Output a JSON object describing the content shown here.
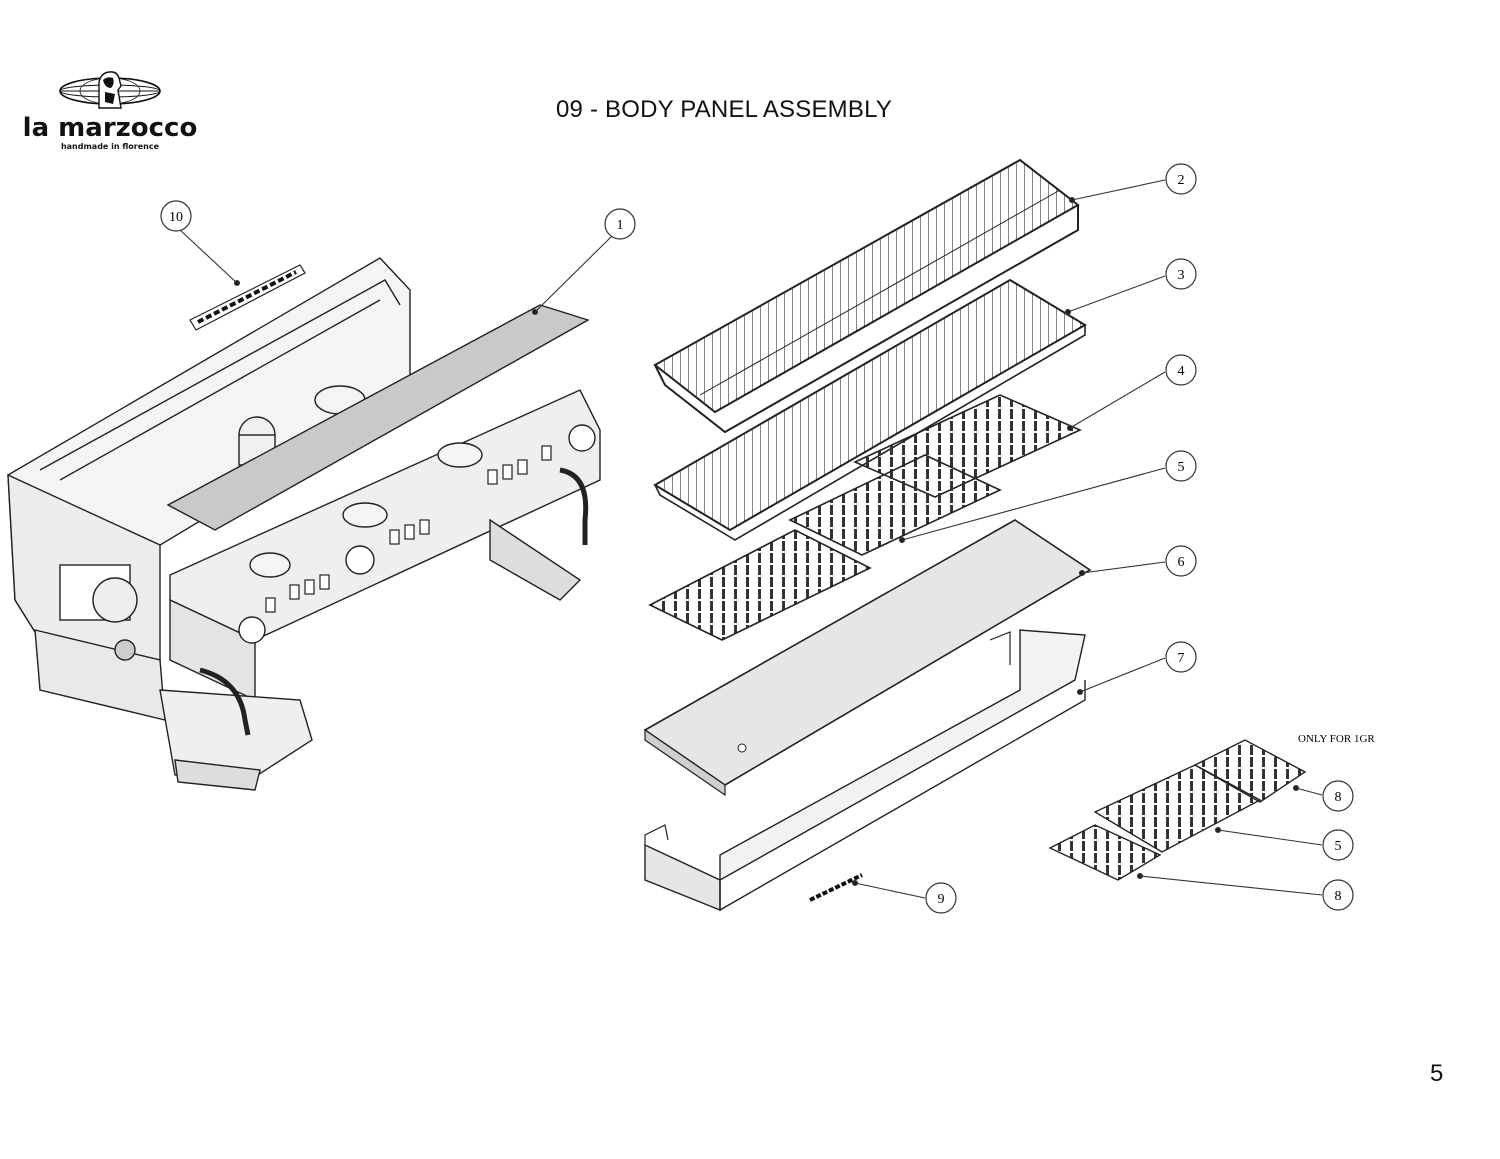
{
  "document": {
    "title": "09 - BODY PANEL ASSEMBLY",
    "page_number": "5"
  },
  "brand": {
    "name": "la marzocco",
    "tagline": "handmade in florence",
    "logo_icon": "lion-globe-logo-icon"
  },
  "note": "ONLY FOR 1GR",
  "callouts": [
    {
      "id": "10",
      "label": "10"
    },
    {
      "id": "1",
      "label": "1"
    },
    {
      "id": "2",
      "label": "2"
    },
    {
      "id": "3",
      "label": "3"
    },
    {
      "id": "4",
      "label": "4"
    },
    {
      "id": "5a",
      "label": "5"
    },
    {
      "id": "6",
      "label": "6"
    },
    {
      "id": "7",
      "label": "7"
    },
    {
      "id": "8a",
      "label": "8"
    },
    {
      "id": "5b",
      "label": "5"
    },
    {
      "id": "8b",
      "label": "8"
    },
    {
      "id": "9",
      "label": "9"
    }
  ],
  "colors": {
    "line": "#222222",
    "panel_fill": "#c9c9c9",
    "sheet_fill": "#e6e6e6",
    "frame_fill": "#f4f4f4"
  }
}
